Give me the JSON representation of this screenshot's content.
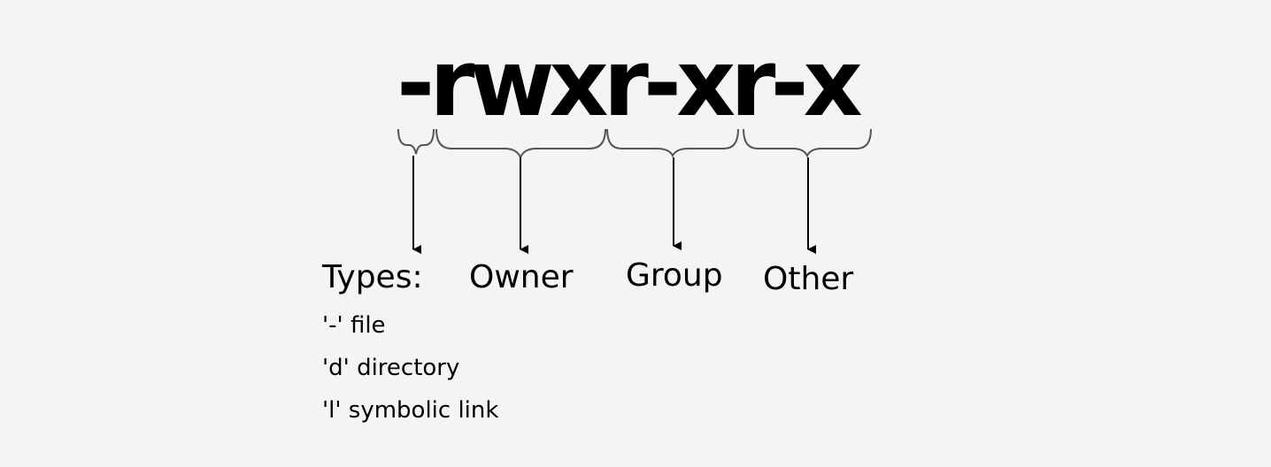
{
  "permission": {
    "string": "-rwxr-xr-x"
  },
  "labels": {
    "types": "Types:",
    "owner": "Owner",
    "group": "Group",
    "other": "Other"
  },
  "types_list": [
    "'-' file",
    "'d' directory",
    "'l' symbolic link"
  ],
  "colors": {
    "background": "#f4f4f4",
    "text": "#000000",
    "brace": "#555555",
    "arrow": "#000000"
  }
}
